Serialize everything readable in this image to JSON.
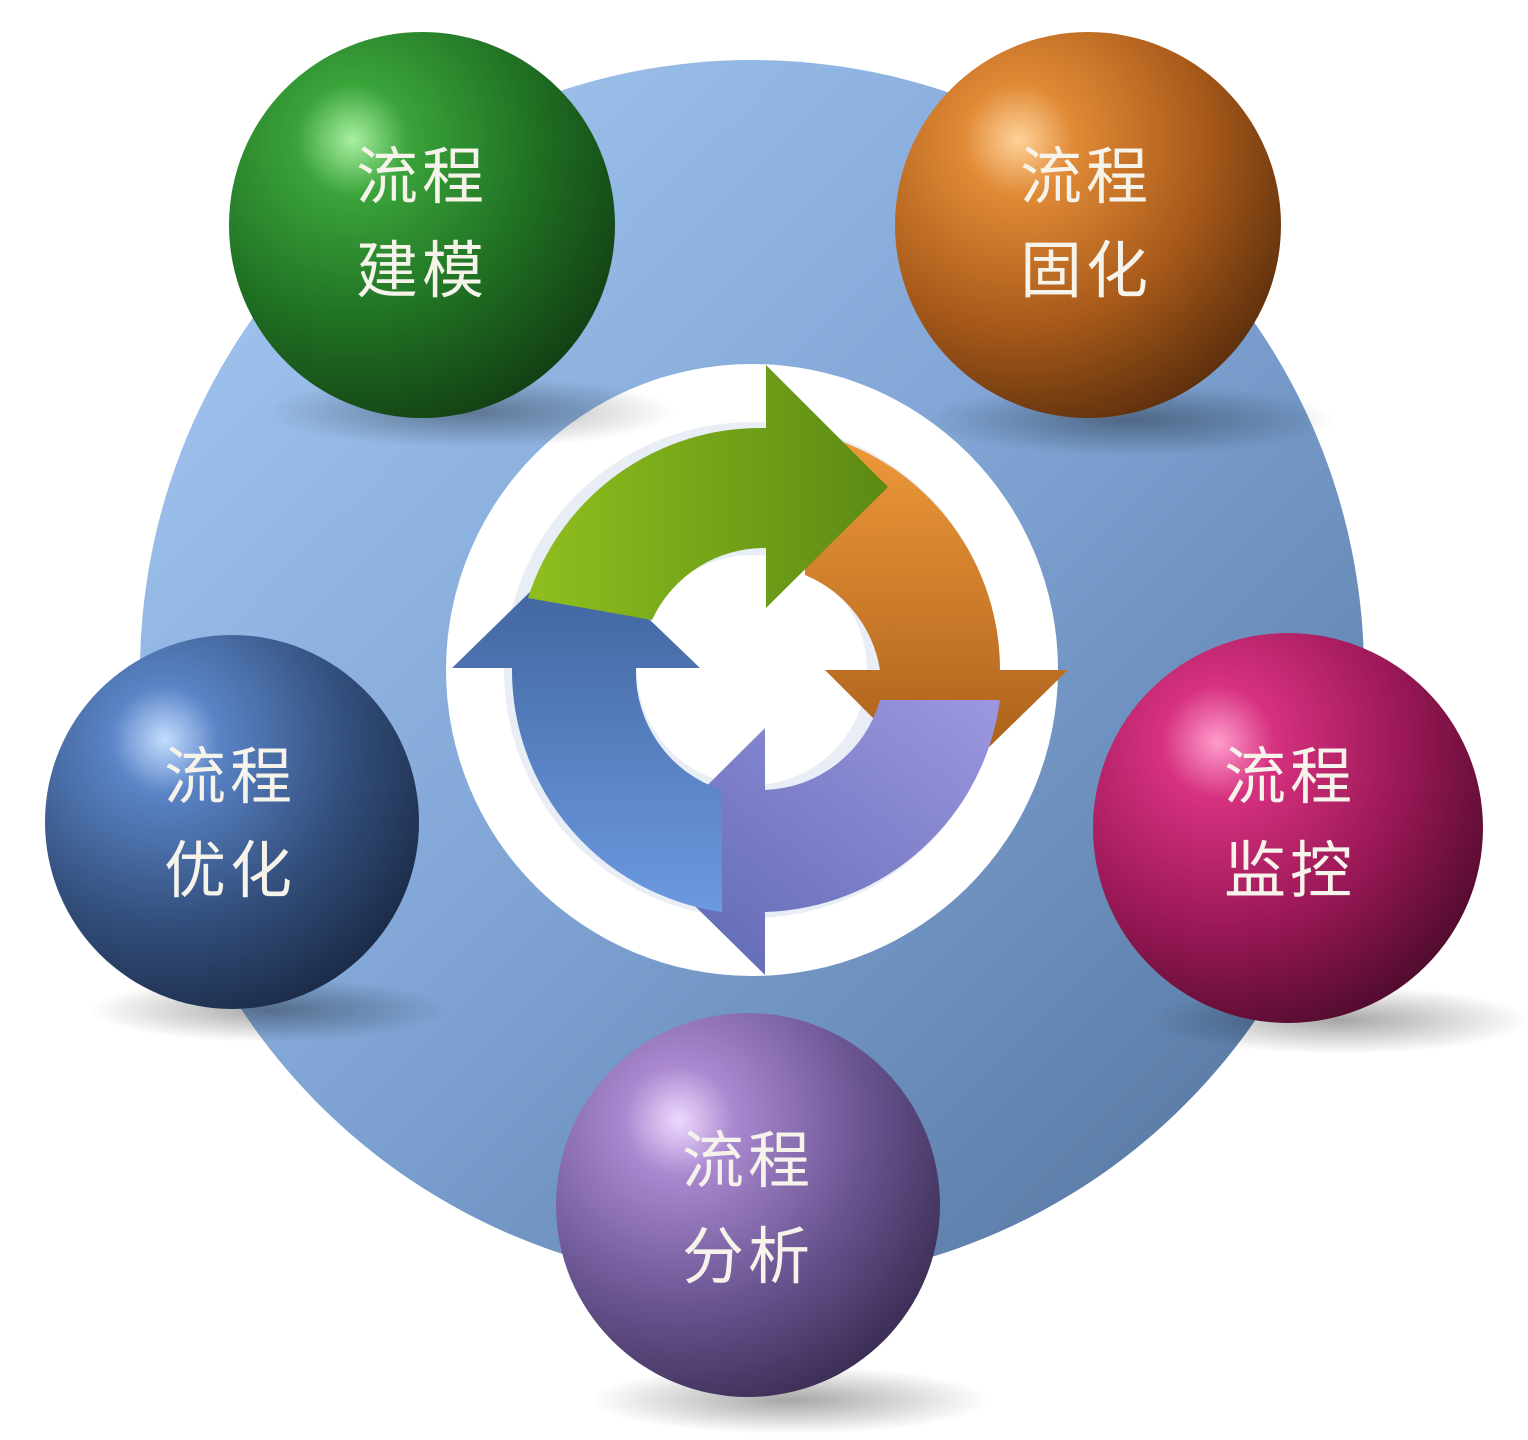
{
  "colors": {
    "background": "#ffffff",
    "ring": "#7f9fcf",
    "arrow_green": "#7fae1e",
    "arrow_orange": "#e08a2c",
    "arrow_purple": "#8a86d0",
    "arrow_blue": "#4f7bc0"
  },
  "spheres": [
    {
      "id": "modeling",
      "line1": "流程",
      "line2": "建模",
      "color": "#2e8b2e",
      "icon": "green-sphere"
    },
    {
      "id": "solidify",
      "line1": "流程",
      "line2": "固化",
      "color": "#c7641e",
      "icon": "orange-sphere"
    },
    {
      "id": "monitor",
      "line1": "流程",
      "line2": "监控",
      "color": "#c0226e",
      "icon": "magenta-sphere"
    },
    {
      "id": "analysis",
      "line1": "流程",
      "line2": "分析",
      "color": "#8a6bb5",
      "icon": "purple-sphere"
    },
    {
      "id": "optimize",
      "line1": "流程",
      "line2": "优化",
      "color": "#3e5f98",
      "icon": "blue-sphere"
    }
  ]
}
